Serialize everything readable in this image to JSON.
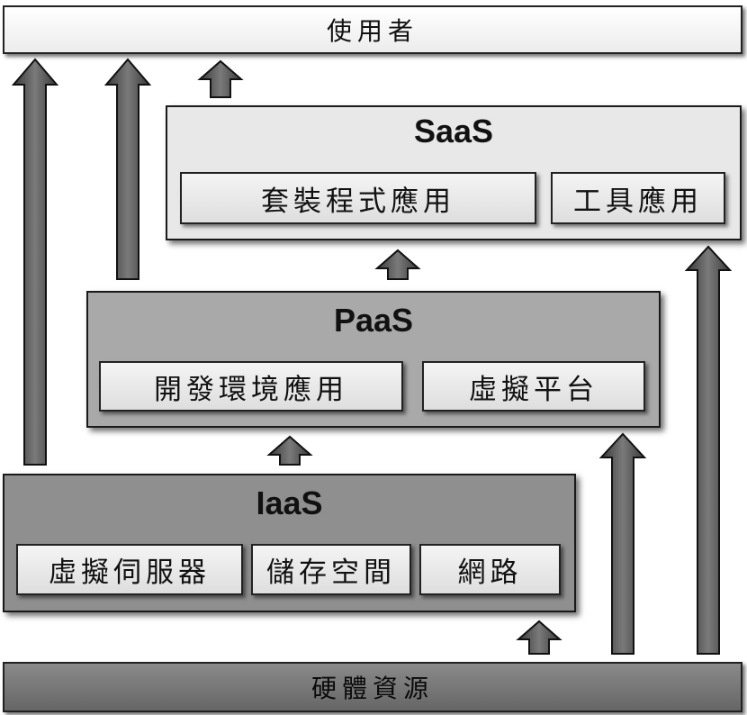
{
  "top_bar": {
    "label": "使用者"
  },
  "bottom_bar": {
    "label": "硬體資源"
  },
  "saas": {
    "title": "SaaS",
    "items": [
      {
        "label": "套裝程式應用"
      },
      {
        "label": "工具應用"
      }
    ]
  },
  "paas": {
    "title": "PaaS",
    "items": [
      {
        "label": "開發環境應用"
      },
      {
        "label": "虛擬平台"
      }
    ]
  },
  "iaas": {
    "title": "IaaS",
    "items": [
      {
        "label": "虛擬伺服器"
      },
      {
        "label": "儲存空間"
      },
      {
        "label": "網路"
      }
    ]
  },
  "colors": {
    "saas_fill": "#e8e8e8",
    "paas_fill": "#a9a9a9",
    "iaas_fill": "#8f8f8f",
    "hardware_fill": "#777777",
    "arrow_fill": "#555555"
  }
}
